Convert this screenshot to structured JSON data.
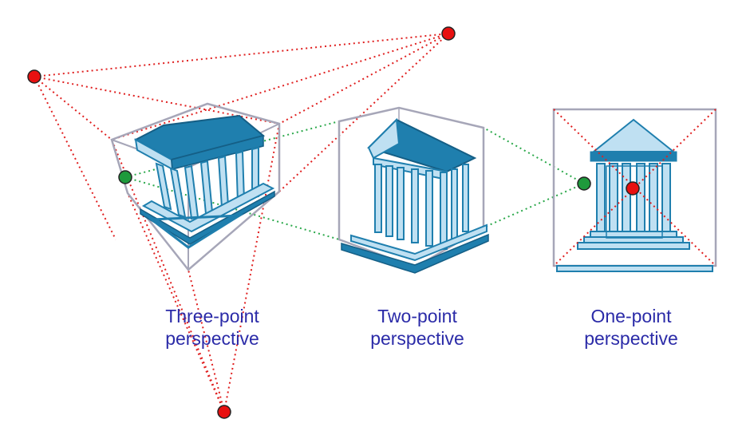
{
  "captions": {
    "three_point": [
      "Three-point",
      "perspective"
    ],
    "two_point": [
      "Two-point",
      "perspective"
    ],
    "one_point": [
      "One-point",
      "perspective"
    ]
  },
  "colors": {
    "vanishing_point": "#e81010",
    "horizon_point": "#1e9a3c",
    "red_guides": "#e02020",
    "green_guides": "#2aa84a",
    "box": "#a6a6b8",
    "temple_dark": "#1f7fae",
    "temple_light": "#bfe0f2",
    "caption_text": "#2b2ba8"
  },
  "icons": {
    "temple": "greek-temple-icon",
    "vanishing_point": "red-dot-icon",
    "horizon_point": "green-dot-icon"
  }
}
